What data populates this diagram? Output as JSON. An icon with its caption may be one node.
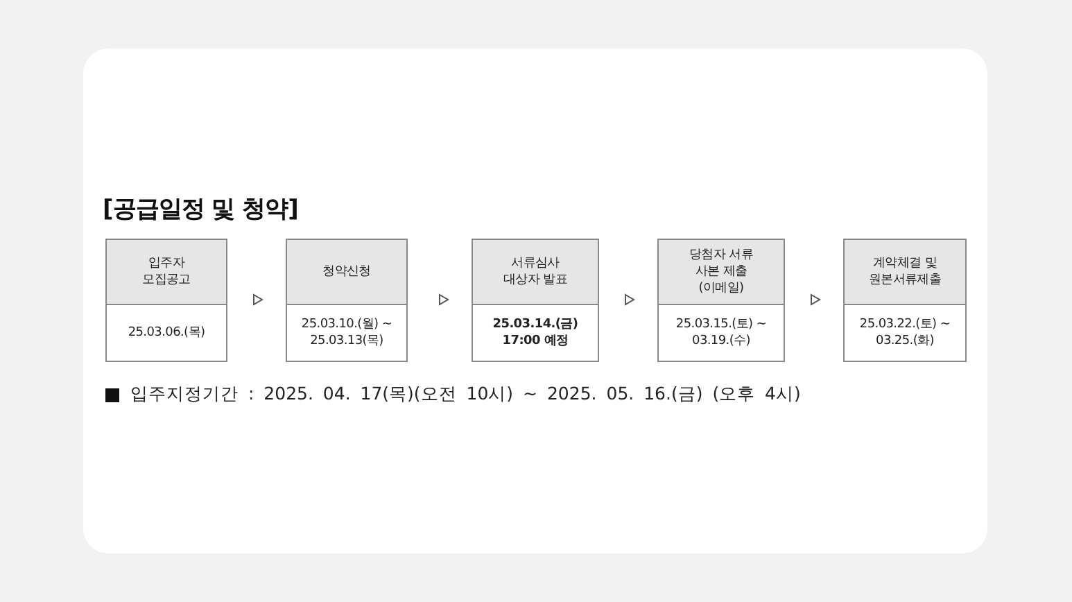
{
  "diagram": {
    "title": "[공급일정 및 청약]",
    "nodes": [
      {
        "text": [
          "입주자 모집공고",
          "25.03.06.(목)"
        ]
      },
      {
        "text": [
          "청약신청",
          "25.03.10.(월) ~ 25.03.13(목)"
        ]
      },
      {
        "text": [
          "서류심사 대상자 발표",
          "25.03.14.(금) 17:00 예정"
        ]
      },
      {
        "text": [
          "당첨자 서류 사본 제출 (이메일)",
          "25.03.15.(토) ~ 03.19.(수)"
        ]
      },
      {
        "text": [
          "계약체결 및 원본서류제출",
          "25.03.22.(토) ~ 03.25.(화)"
        ]
      }
    ],
    "edges": [
      {
        "from": 0,
        "to": 1,
        "arrow": "to"
      },
      {
        "from": 1,
        "to": 2,
        "arrow": "to"
      },
      {
        "from": 2,
        "to": 3,
        "arrow": "to"
      },
      {
        "from": 3,
        "to": 4,
        "arrow": "to"
      }
    ],
    "labels": [
      "입주지정기간 : 2025. 04. 17(목)(오전 10시) ~ 2025. 05. 16.(금) (오후 4시)"
    ]
  }
}
